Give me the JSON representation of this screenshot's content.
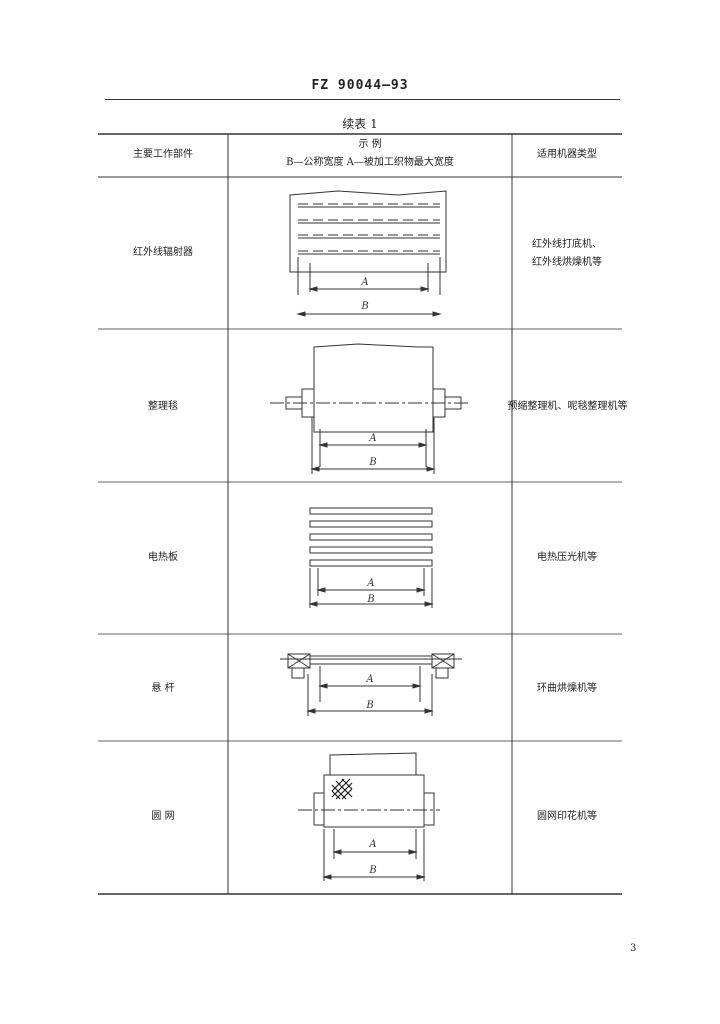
{
  "header": {
    "standard_number": "FZ  90044—93",
    "table_caption": "续表 1"
  },
  "table": {
    "columns": {
      "part": "主要工作部件",
      "example_title": "示    例",
      "example_legend": "B—公称宽度   A—被加工织物最大宽度",
      "machines": "适用机器类型"
    },
    "rows": [
      {
        "part": "红外线辐射器",
        "machines_line1": "红外线打底机、",
        "machines_line2": "红外线烘燥机等"
      },
      {
        "part": "整理毯",
        "machines_line1": "预缩整理机、呢毯整理机等",
        "machines_line2": ""
      },
      {
        "part": "电热板",
        "machines_line1": "电热压光机等",
        "machines_line2": ""
      },
      {
        "part": "悬    杆",
        "machines_line1": "环曲烘燥机等",
        "machines_line2": ""
      },
      {
        "part": "圆    网",
        "machines_line1": "圆网印花机等",
        "machines_line2": ""
      }
    ],
    "dimension_labels": {
      "a": "A",
      "b": "B"
    }
  },
  "footer": {
    "page_number": "3"
  }
}
